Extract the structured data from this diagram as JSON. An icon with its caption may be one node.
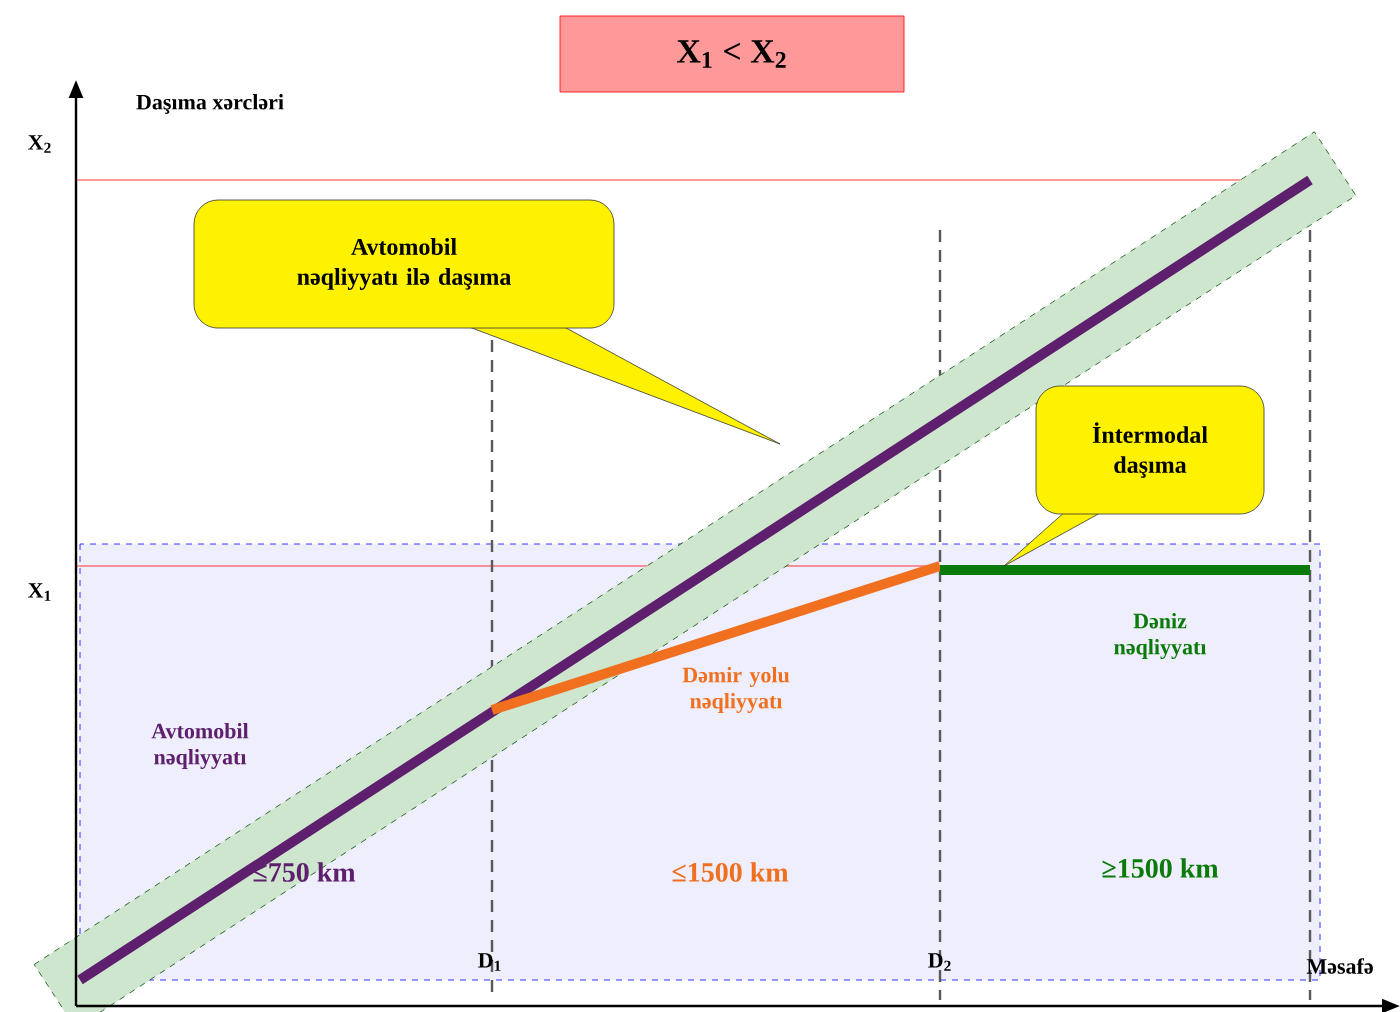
{
  "diagram": {
    "title": "X$_{1}$ < X$_{2}$",
    "nodes": [
      {
        "text": [
          "Avtomobil nəqliyyatı ilə daşıma"
        ]
      },
      {
        "text": [
          "İntermodal daşıma"
        ]
      }
    ],
    "edges": [],
    "labels": [
      "Daşıma xərcləri",
      "X$_{2}$",
      "X$_{1}$",
      "Avtomobil nəqliyyatı",
      "Dəmir yolu nəqliyyatı",
      "Dəniz nəqliyyatı",
      "≤750 km",
      "≤1500 km",
      "≥1500 km",
      "D$_{1}$",
      "D$_{2}$",
      "Məsafə"
    ]
  }
}
